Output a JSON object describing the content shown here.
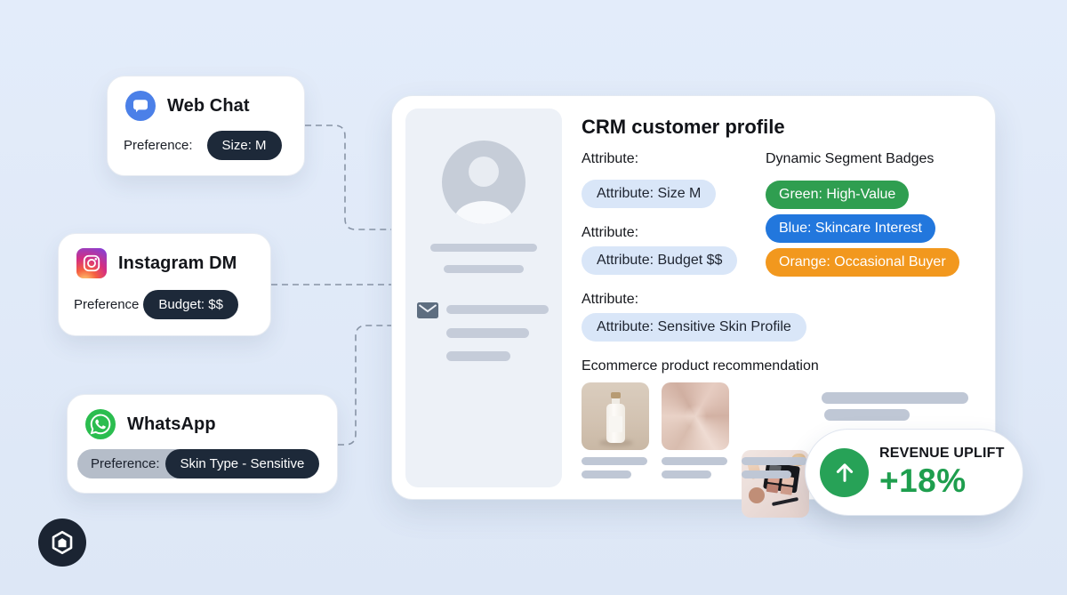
{
  "background_color": "#DDE7F6",
  "channels": [
    {
      "name": "Web Chat",
      "icon": "webchat-icon",
      "preference_label": "Preference:",
      "preference_value": "Size: M"
    },
    {
      "name": "Instagram DM",
      "icon": "instagram-icon",
      "preference_label": "Preference",
      "preference_value": "Budget: $$"
    },
    {
      "name": "WhatsApp",
      "icon": "whatsapp-icon",
      "preference_label": "Preference:",
      "preference_value": "Skin Type - Sensitive"
    }
  ],
  "crm_card": {
    "title": "CRM customer profile",
    "attributes": [
      {
        "label": "Attribute:",
        "value": "Attribute: Size M"
      },
      {
        "label": "Attribute:",
        "value": "Attribute: Budget $$"
      },
      {
        "label": "Attribute:",
        "value": "Attribute: Sensitive Skin Profile"
      }
    ],
    "segments": {
      "heading": "Dynamic Segment Badges",
      "badges": [
        {
          "label": "Green: High-Value",
          "color": "#2F9E50"
        },
        {
          "label": "Blue: Skincare Interest",
          "color": "#2277DD"
        },
        {
          "label": "Orange: Occasional Buyer",
          "color": "#F2981E"
        }
      ]
    },
    "recommendation_heading": "Ecommerce product recommendation",
    "products": [
      {
        "name": "skincare-bottle-photo"
      },
      {
        "name": "pink-fabric-photo"
      },
      {
        "name": "makeup-flatlay-photo"
      }
    ]
  },
  "revenue_badge": {
    "label": "REVENUE UPLIFT",
    "value": "+18%",
    "value_color": "#1E9E4E",
    "circle_color": "#27A257"
  },
  "pill_colors": {
    "dark": "#1D2939",
    "light_blue": "#D9E6F8",
    "gray": "#B5BDC9"
  }
}
